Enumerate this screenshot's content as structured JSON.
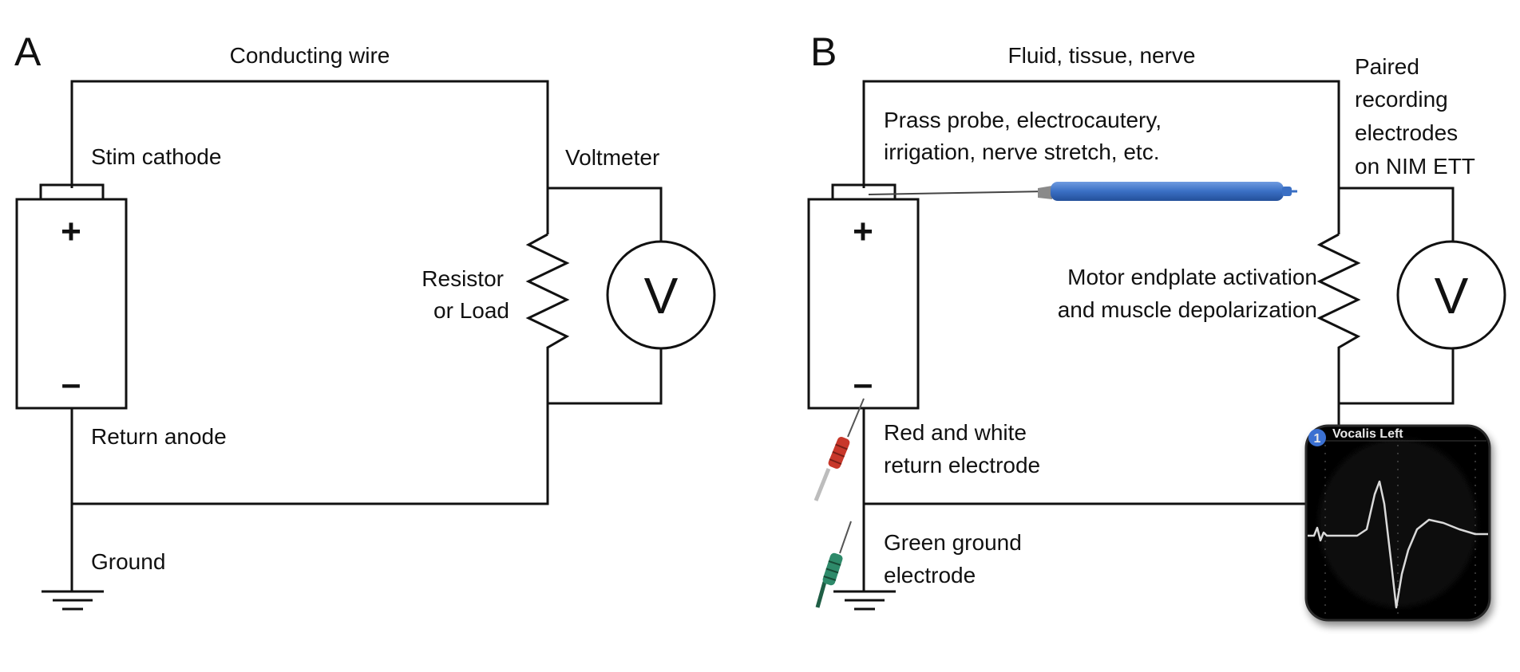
{
  "panel_a": {
    "letter": "A",
    "top_wire_label": "Conducting wire",
    "cathode_label": "Stim cathode",
    "anode_label": "Return anode",
    "ground_label": "Ground",
    "voltmeter_label": "Voltmeter",
    "resistor_label": [
      "Resistor",
      "or Load"
    ],
    "plus": "+",
    "minus": "–",
    "meter_symbol": "V"
  },
  "panel_b": {
    "letter": "B",
    "top_wire_label": "Fluid, tissue, nerve",
    "probe_label": [
      "Prass probe, electrocautery,",
      "irrigation, nerve stretch, etc."
    ],
    "recording_label": [
      "Paired",
      "recording",
      "electrodes",
      "on NIM ETT"
    ],
    "endplate_label": [
      "Motor endplate activation",
      "and muscle depolarization"
    ],
    "return_electrode_label": [
      "Red and white",
      "return electrode"
    ],
    "ground_electrode_label": [
      "Green ground",
      "electrode"
    ],
    "plus": "+",
    "minus": "–",
    "meter_symbol": "V",
    "monitor": {
      "channel_number": "1",
      "channel_name": "Vocalis Left"
    }
  },
  "colors": {
    "line": "#111111",
    "probe_blue": "#3a6fc4",
    "return_electrode_red": "#c8372a",
    "ground_electrode_green": "#2e8a6a",
    "monitor_bg": "#0a0a0a",
    "monitor_trace": "#d9d9d9"
  }
}
